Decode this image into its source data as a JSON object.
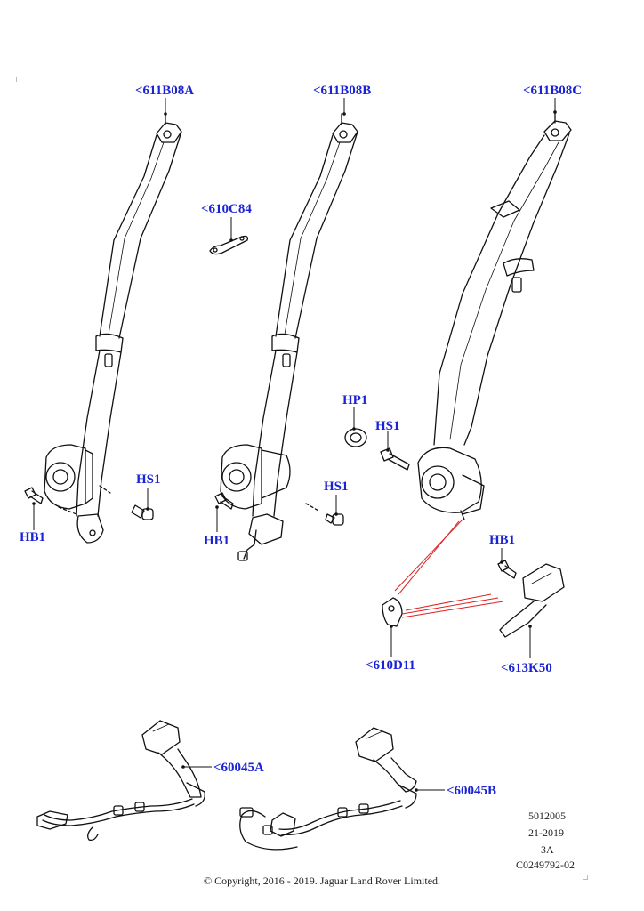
{
  "callouts": {
    "c611B08A": "<611B08A",
    "c611B08B": "<611B08B",
    "c611B08C": "<611B08C",
    "c610C84": "<610C84",
    "c610D11": "<610D11",
    "c613K50": "<613K50",
    "c60045A": "<60045A",
    "c60045B": "<60045B",
    "hb1_left": "HB1",
    "hb1_mid": "HB1",
    "hb1_right": "HB1",
    "hs1_left": "HS1",
    "hs1_mid": "HS1",
    "hs1_right": "HS1",
    "hp1": "HP1"
  },
  "meta": {
    "code": "5012005",
    "date": "21-2019",
    "rev": "3A",
    "id": "C0249792-02"
  },
  "footer": {
    "copyright": "© Copyright, 2016 - 2019. Jaguar Land Rover Limited."
  },
  "colors": {
    "callout": "#1a22d6",
    "line": "#111111",
    "leader_red": "#e02020"
  }
}
